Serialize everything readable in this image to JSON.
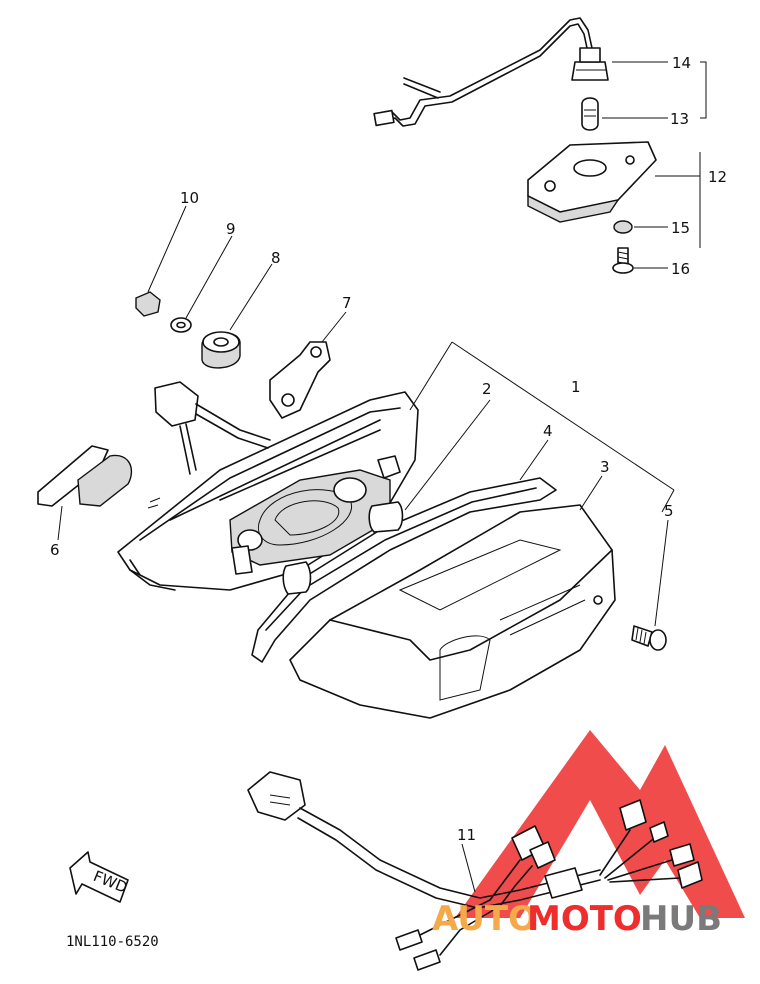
{
  "diagram": {
    "callouts": [
      {
        "key": "c1",
        "label": "1"
      },
      {
        "key": "c2",
        "label": "2"
      },
      {
        "key": "c3",
        "label": "3"
      },
      {
        "key": "c4",
        "label": "4"
      },
      {
        "key": "c5",
        "label": "5"
      },
      {
        "key": "c6",
        "label": "6"
      },
      {
        "key": "c7",
        "label": "7"
      },
      {
        "key": "c8",
        "label": "8"
      },
      {
        "key": "c9",
        "label": "9"
      },
      {
        "key": "c10",
        "label": "10"
      },
      {
        "key": "c11",
        "label": "11"
      },
      {
        "key": "c12",
        "label": "12"
      },
      {
        "key": "c13",
        "label": "13"
      },
      {
        "key": "c14",
        "label": "14"
      },
      {
        "key": "c15",
        "label": "15"
      },
      {
        "key": "c16",
        "label": "16"
      }
    ],
    "direction_label": "FWD",
    "drawing_code": "1NL110-6520"
  },
  "watermark": {
    "part1": "AUTO",
    "part2": "MOTO",
    "part3": "HUB",
    "colors": {
      "red": "#ef2d2d",
      "orange": "#f6a94a",
      "gray": "#7a7a7a"
    }
  }
}
